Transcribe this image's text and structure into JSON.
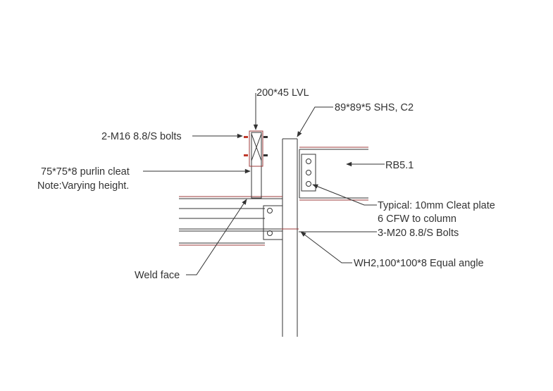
{
  "labels": {
    "lvl": "200*45 LVL",
    "shs": "89*89*5 SHS, C2",
    "bolts_m16": "2-M16 8.8/S bolts",
    "purlin_cleat": "75*75*8 purlin cleat",
    "note": "Note:Varying height.",
    "rb": "RB5.1",
    "typical_1": "Typical: 10mm Cleat plate",
    "typical_2": "6 CFW to column",
    "typical_3": "3-M20 8.8/S Bolts",
    "weld_face": "Weld face",
    "angle": "WH2,100*100*8 Equal angle"
  },
  "colors": {
    "line": "#333333",
    "member_red": "#9c3b3b",
    "bolt_red": "#c0392b",
    "background": "#ffffff"
  }
}
